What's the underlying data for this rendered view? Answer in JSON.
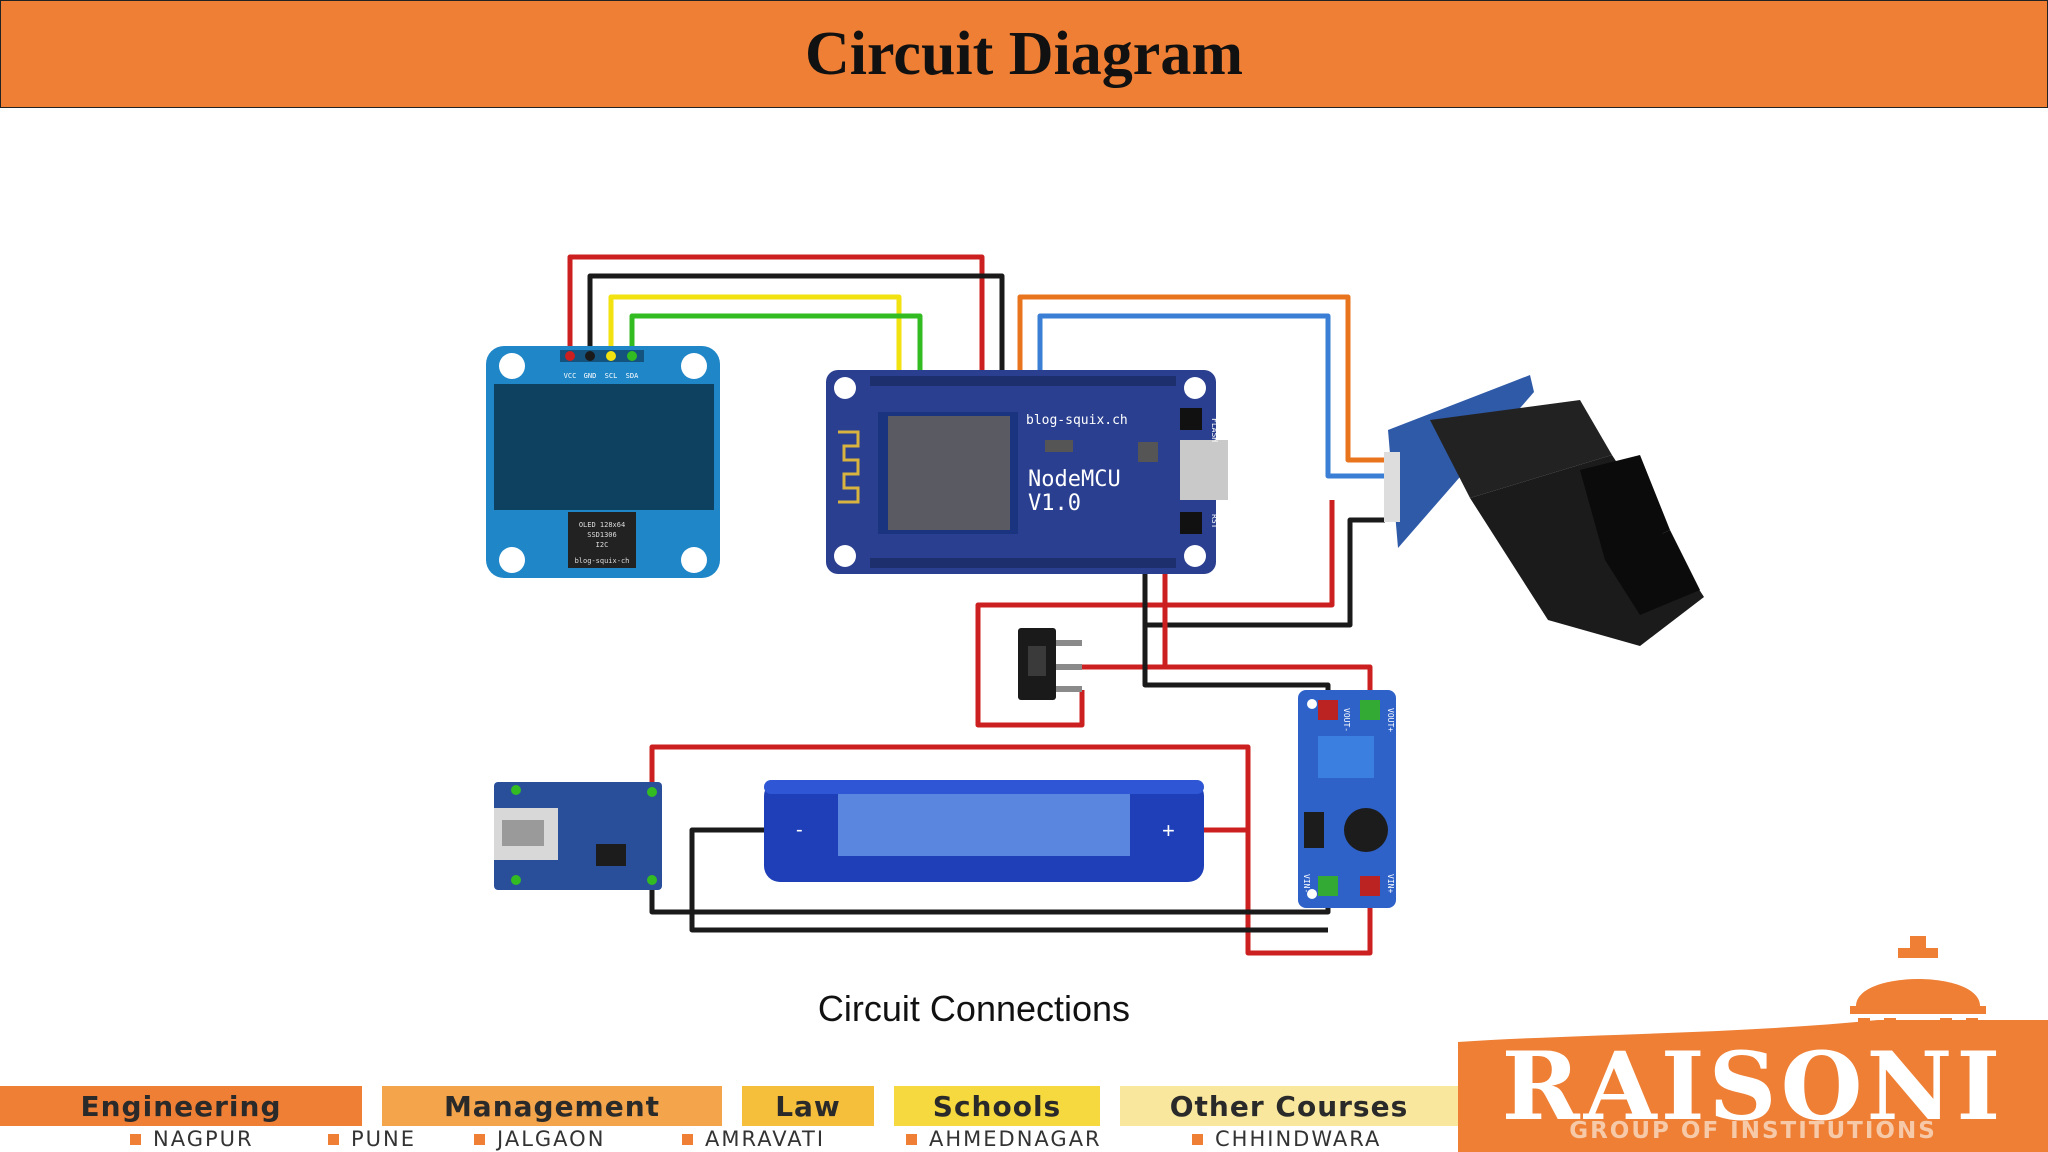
{
  "header": {
    "title": "Circuit Diagram"
  },
  "caption": "Circuit Connections",
  "components": {
    "oled": {
      "pins": [
        "VCC",
        "GND",
        "SCL",
        "SDA"
      ],
      "chip_text": [
        "OLED 128x64",
        "SSD1306",
        "I2C"
      ],
      "credit": "blog-squix-ch"
    },
    "nodemcu": {
      "credit": "blog-squix.ch",
      "name_line1": "NodeMCU",
      "name_line2": "V1.0",
      "flash_label": "FLASH",
      "rst_label": "RST"
    },
    "battery": {
      "minus": "-",
      "plus": "+"
    },
    "booster": {
      "vout_minus": "VOUT-",
      "vout_plus": "VOUT+",
      "vin_minus": "VIN-",
      "vin_plus": "VIN+"
    }
  },
  "footer": {
    "categories": [
      "Engineering",
      "Management",
      "Law",
      "Schools",
      "Other Courses"
    ],
    "cities": [
      "NAGPUR",
      "PUNE",
      "JALGAON",
      "AMRAVATI",
      "AHMEDNAGAR",
      "CHHINDWARA"
    ],
    "brand": "RAISONI",
    "brand_sub": "GROUP OF INSTITUTIONS"
  },
  "colors": {
    "header_bg": "#ee7f35",
    "wire_red": "#cc1f1f",
    "wire_black": "#1a1a1a",
    "wire_yellow": "#f2e20f",
    "wire_green": "#33bb22",
    "wire_orange": "#e8741e",
    "wire_blue": "#3a7fd5",
    "board_blue": "#2a3f8f"
  }
}
